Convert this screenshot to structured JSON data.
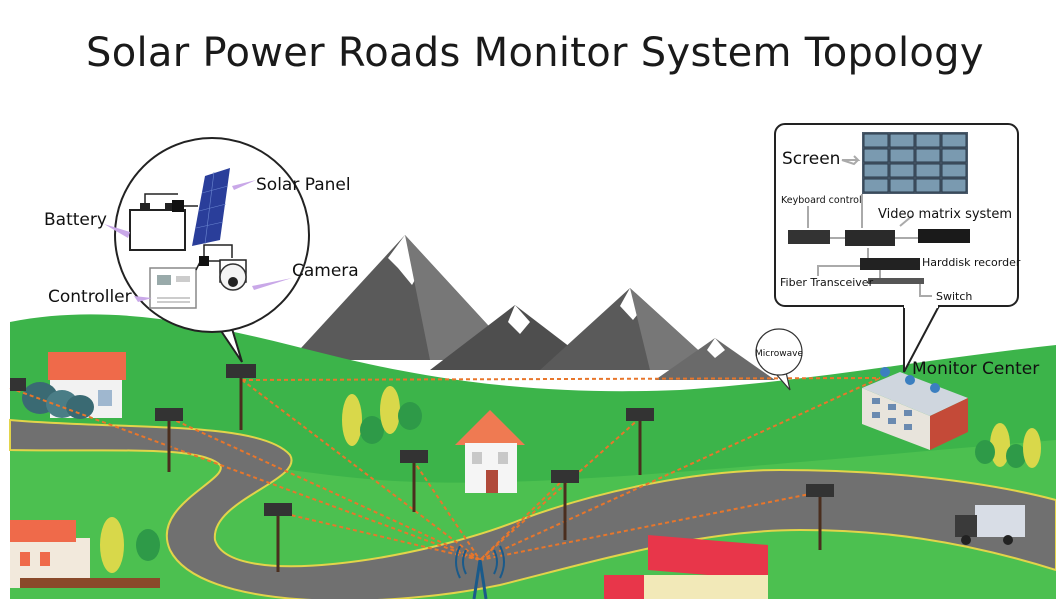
{
  "title": "Solar Power Roads Monitor System Topology",
  "device_callout": {
    "solar_panel": "Solar Panel",
    "battery": "Battery",
    "camera": "Camera",
    "controller": "Controller"
  },
  "monitor_center_callout": {
    "screen": "Screen",
    "keyboard_control": "Keyboard control",
    "video_matrix": "Video matrix system",
    "harddisk_recorder": "Harddisk recorder",
    "fiber_transceiver": "Fiber Transceiver",
    "switch": "Switch"
  },
  "microwave": "Microwave",
  "monitor_center": "Monitor Center",
  "colors": {
    "sky": "#ffffff",
    "grass": "#3cb44a",
    "grass_light": "#5dc85a",
    "road": "#6f6f6f",
    "road_edge": "#e8d94a",
    "mountain": "#5c5c5c",
    "link": "#e8762b",
    "pointer": "#c9a8e8"
  }
}
